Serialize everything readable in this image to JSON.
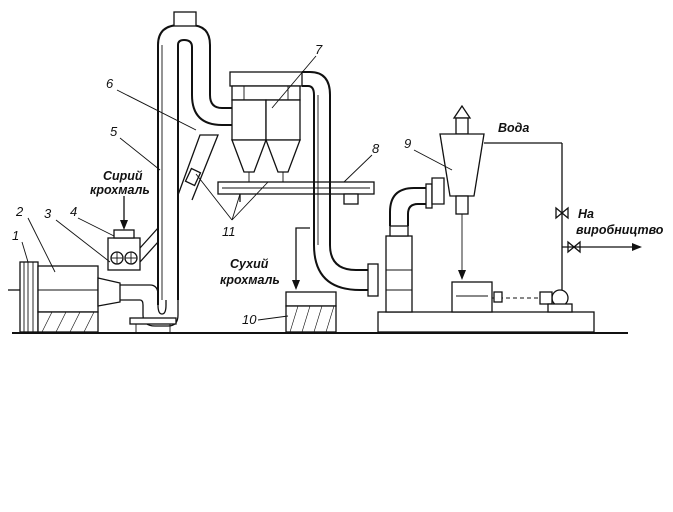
{
  "labels": {
    "syryi_krokhmal": [
      "Сирий",
      "крохмаль"
    ],
    "sukhyi_krokhmal": [
      "Сухий",
      "крохмаль"
    ],
    "voda": "Вода",
    "na_vyrobnytstvo": [
      "На",
      "виробництво"
    ]
  },
  "callouts": [
    "1",
    "2",
    "3",
    "4",
    "5",
    "6",
    "7",
    "8",
    "9",
    "10",
    "11"
  ]
}
